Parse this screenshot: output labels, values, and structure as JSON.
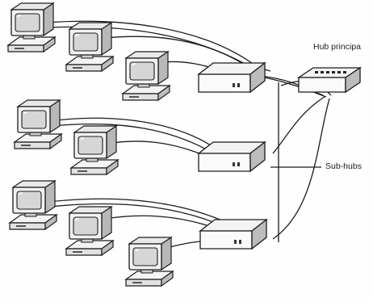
{
  "labels": {
    "main_hub": "Hub principa",
    "sub_hubs": "Sub-hubs"
  },
  "colors": {
    "ink": "#1c1c1c",
    "paper": "#fefefe",
    "device_face": "#f4f4f4",
    "device_shade": "#bdbdbd",
    "screen": "#d6d6d6"
  },
  "groups": [
    {
      "name": "top",
      "computers": 3
    },
    {
      "name": "middle",
      "computers": 2
    },
    {
      "name": "bottom",
      "computers": 3
    }
  ]
}
